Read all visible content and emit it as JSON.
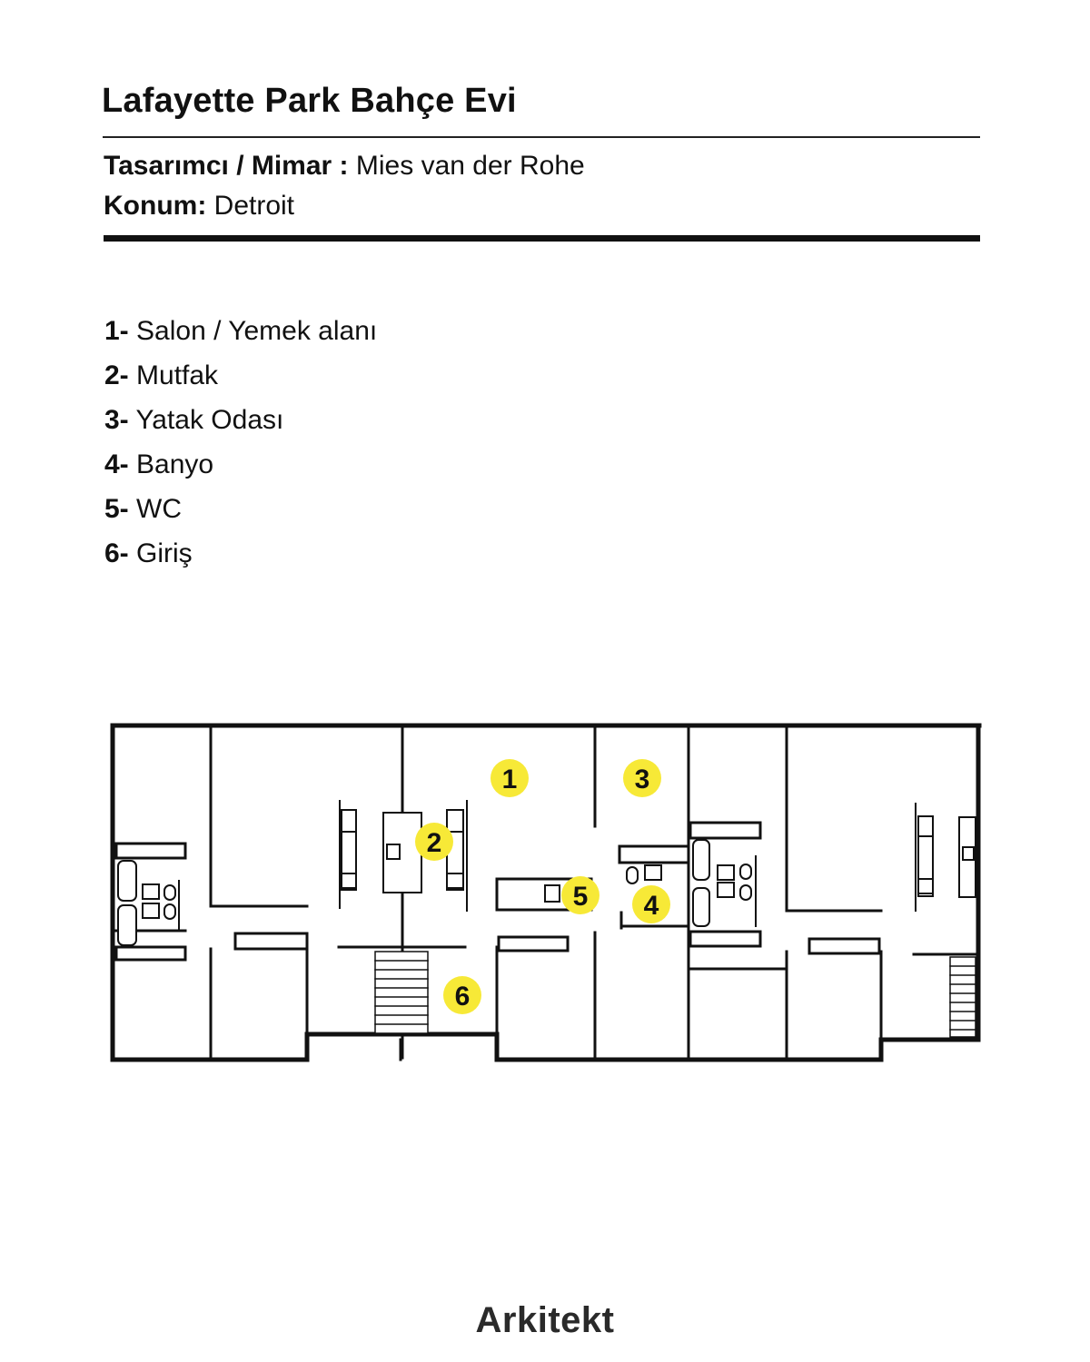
{
  "header": {
    "title": "Lafayette Park Bahçe Evi",
    "designer_label": "Tasarımcı / Mimar :",
    "designer_value": "Mies van der Rohe",
    "location_label": "Konum:",
    "location_value": "Detroit"
  },
  "legend": [
    {
      "number": "1-",
      "label": "Salon / Yemek alanı"
    },
    {
      "number": "2-",
      "label": "Mutfak"
    },
    {
      "number": "3-",
      "label": "Yatak Odası"
    },
    {
      "number": "4-",
      "label": "Banyo"
    },
    {
      "number": "5-",
      "label": "WC"
    },
    {
      "number": "6-",
      "label": "Giriş"
    }
  ],
  "plan": {
    "marker_color": "#f7e937",
    "wall_color": "#111111",
    "markers": [
      "1",
      "2",
      "3",
      "4",
      "5",
      "6"
    ]
  },
  "footer": {
    "brand": "Arkitekt"
  }
}
